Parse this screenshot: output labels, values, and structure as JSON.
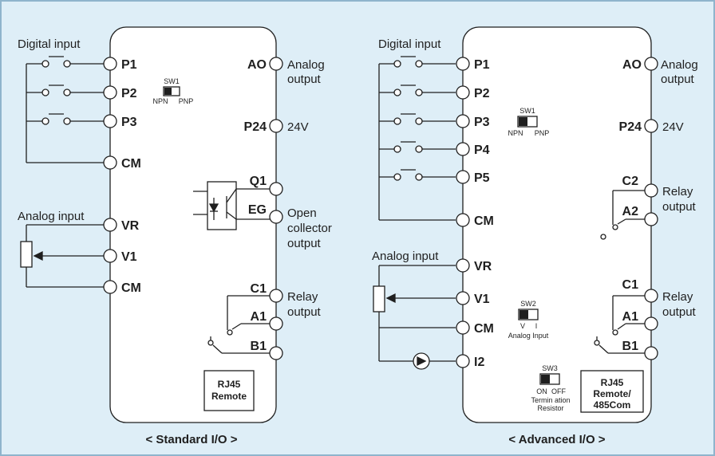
{
  "colors": {
    "background": "#deeef7",
    "frame": "#8fb4cc",
    "stroke": "#1f1f1f",
    "box_fill": "#ffffff"
  },
  "standard": {
    "caption": "< Standard I/O >",
    "digital_input_label": "Digital input",
    "analog_input_label": "Analog input",
    "terminals_left": [
      "P1",
      "P2",
      "P3",
      "CM",
      "VR",
      "V1",
      "CM"
    ],
    "terminals_right": [
      "AO",
      "P24",
      "Q1",
      "EG",
      "C1",
      "A1",
      "B1"
    ],
    "sw1": {
      "title": "SW1",
      "left": "NPN",
      "right": "PNP"
    },
    "ao_desc": [
      "Analog",
      "output"
    ],
    "p24_desc": "24V",
    "open_collector_desc": [
      "Open",
      "collector",
      "output"
    ],
    "relay_desc": [
      "Relay",
      "output"
    ],
    "rj45": [
      "RJ45",
      "Remote"
    ]
  },
  "advanced": {
    "caption": "< Advanced I/O >",
    "digital_input_label": "Digital input",
    "analog_input_label": "Analog input",
    "terminals_left": [
      "P1",
      "P2",
      "P3",
      "P4",
      "P5",
      "CM",
      "VR",
      "V1",
      "CM",
      "I2"
    ],
    "terminals_right": [
      "AO",
      "P24",
      "C2",
      "A2",
      "C1",
      "A1",
      "B1"
    ],
    "sw1": {
      "title": "SW1",
      "left": "NPN",
      "right": "PNP"
    },
    "sw2": {
      "title": "SW2",
      "left": "V",
      "right": "I",
      "caption": "Analog Input"
    },
    "sw3": {
      "title": "SW3",
      "left": "ON",
      "right": "OFF",
      "caption1": "Termin ation",
      "caption2": "Resistor"
    },
    "ao_desc": [
      "Analog",
      "output"
    ],
    "p24_desc": "24V",
    "relay2_desc": [
      "Relay",
      "output"
    ],
    "relay1_desc": [
      "Relay",
      "output"
    ],
    "rj45": [
      "RJ45",
      "Remote/",
      "485Com"
    ]
  }
}
